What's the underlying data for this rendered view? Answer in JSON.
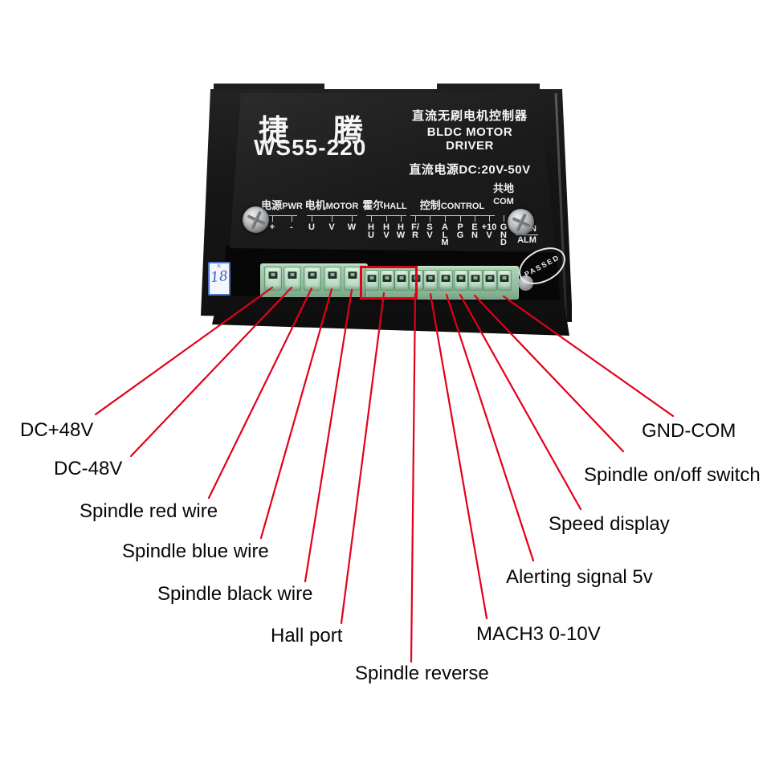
{
  "colors": {
    "background": "#ffffff",
    "annotation_red": "#e2001a",
    "terminal_green": "#b0d8bb",
    "device_black": "#1b1b1b"
  },
  "device": {
    "brand": "捷腾",
    "model": "WS55-220",
    "product_title_cn": "直流无刷电机控制器",
    "product_title_en": "BLDC MOTOR DRIVER",
    "power_rating": "直流电源DC:20V-50V",
    "qc_sticker_number": "18",
    "qc_badge_text": "PASSED",
    "indicator_labels": [
      "RUN",
      "ALM"
    ],
    "terminal_groups": [
      {
        "name_cn": "电源",
        "name_en": "PWR",
        "pins": [
          [
            "+"
          ],
          [
            "-"
          ]
        ]
      },
      {
        "name_cn": "电机",
        "name_en": "MOTOR",
        "pins": [
          [
            "U"
          ],
          [
            "V"
          ],
          [
            "W"
          ]
        ]
      },
      {
        "name_cn": "霍尔",
        "name_en": "HALL",
        "pins": [
          [
            "H",
            "U"
          ],
          [
            "H",
            "V"
          ],
          [
            "H",
            "W"
          ]
        ]
      },
      {
        "name_cn": "控制",
        "name_en": "CONTROL",
        "pins": [
          [
            "F/",
            "R"
          ],
          [
            "S",
            "V"
          ],
          [
            "A",
            "L",
            "M"
          ],
          [
            "P",
            "G"
          ],
          [
            "E",
            "N"
          ],
          [
            "+10",
            "V"
          ]
        ]
      },
      {
        "name_cn": "共地",
        "name_en": "COM",
        "pins": [
          [
            "G",
            "N",
            "D"
          ]
        ],
        "stacked": true
      }
    ]
  },
  "annotations": [
    {
      "label": "DC+48V",
      "side": "left"
    },
    {
      "label": "DC-48V",
      "side": "left"
    },
    {
      "label": "Spindle red wire",
      "side": "left"
    },
    {
      "label": "Spindle blue wire",
      "side": "left"
    },
    {
      "label": "Spindle black wire",
      "side": "left"
    },
    {
      "label": "Hall port",
      "side": "left"
    },
    {
      "label": "Spindle reverse",
      "side": "center"
    },
    {
      "label": "MACH3 0-10V",
      "side": "right"
    },
    {
      "label": "Alerting signal 5v",
      "side": "right"
    },
    {
      "label": "Speed display",
      "side": "right"
    },
    {
      "label": "Spindle on/off switch",
      "side": "right"
    },
    {
      "label": "GND-COM",
      "side": "right"
    }
  ]
}
